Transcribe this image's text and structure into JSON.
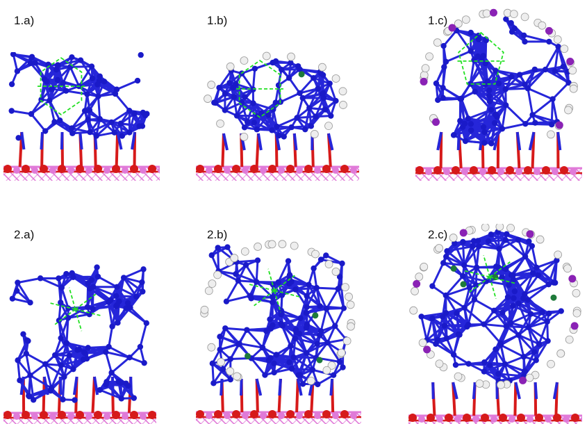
{
  "panels": [
    {
      "id": "1a",
      "label": "1.a)"
    },
    {
      "id": "1b",
      "label": "1.b)"
    },
    {
      "id": "1c",
      "label": "1.c)"
    },
    {
      "id": "2a",
      "label": "2.a)"
    },
    {
      "id": "2b",
      "label": "2.b)"
    },
    {
      "id": "2c",
      "label": "2.c)"
    }
  ],
  "colors": {
    "metal_atom": "#1a1ac8",
    "metal_bond": "#2626d9",
    "hydrogen": "#eeeeee",
    "iodine": "#8a22b5",
    "chlorine": "#1e7a3a",
    "oxygen": "#d61a1a",
    "substrate_bond": "#e07ad8",
    "outline_dashed": "#22e022"
  }
}
